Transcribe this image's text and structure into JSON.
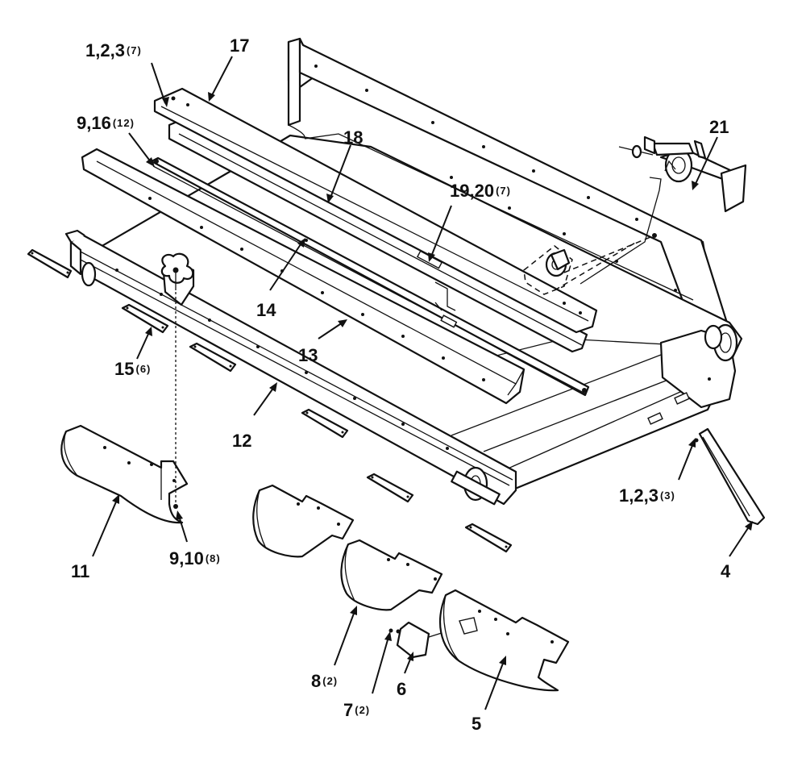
{
  "callouts": [
    {
      "id": "c1",
      "number": "1,2,3",
      "qty": "(7)"
    },
    {
      "id": "c2",
      "number": "17",
      "qty": ""
    },
    {
      "id": "c3",
      "number": "9,16",
      "qty": "(12)"
    },
    {
      "id": "c4",
      "number": "18",
      "qty": ""
    },
    {
      "id": "c5",
      "number": "21",
      "qty": ""
    },
    {
      "id": "c6",
      "number": "19,20",
      "qty": "(7)"
    },
    {
      "id": "c7",
      "number": "14",
      "qty": ""
    },
    {
      "id": "c8",
      "number": "13",
      "qty": ""
    },
    {
      "id": "c9",
      "number": "15",
      "qty": "(6)"
    },
    {
      "id": "c10",
      "number": "12",
      "qty": ""
    },
    {
      "id": "c11",
      "number": "11",
      "qty": ""
    },
    {
      "id": "c12",
      "number": "9,10",
      "qty": "(8)"
    },
    {
      "id": "c13",
      "number": "1,2,3",
      "qty": "(3)"
    },
    {
      "id": "c14",
      "number": "4",
      "qty": ""
    },
    {
      "id": "c15",
      "number": "8",
      "qty": "(2)"
    },
    {
      "id": "c16",
      "number": "7",
      "qty": "(2)"
    },
    {
      "id": "c17",
      "number": "6",
      "qty": ""
    },
    {
      "id": "c18",
      "number": "5",
      "qty": ""
    }
  ]
}
